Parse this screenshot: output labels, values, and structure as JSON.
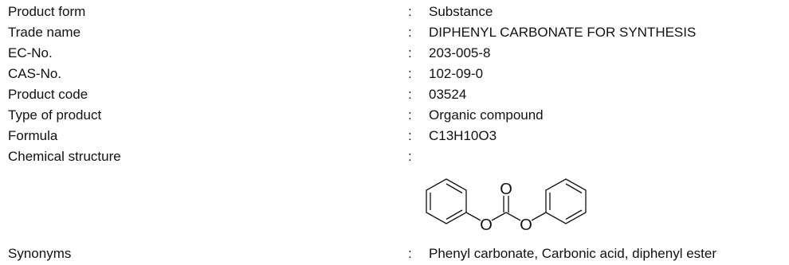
{
  "identification": [
    {
      "label": "Product form",
      "value": "Substance"
    },
    {
      "label": "Trade name",
      "value": "DIPHENYL CARBONATE FOR SYNTHESIS"
    },
    {
      "label": "EC-No.",
      "value": "203-005-8"
    },
    {
      "label": "CAS-No.",
      "value": "102-09-0"
    },
    {
      "label": "Product code",
      "value": "03524"
    },
    {
      "label": "Type of product",
      "value": "Organic compound"
    },
    {
      "label": "Formula",
      "value": "C13H10O3"
    }
  ],
  "structure": {
    "label": "Chemical structure",
    "atom_labels": {
      "carbonyl_oxygen": "O",
      "left_ester_oxygen": "O",
      "right_ester_oxygen": "O"
    }
  },
  "synonyms": {
    "label": "Synonyms",
    "value": "Phenyl carbonate, Carbonic acid, diphenyl ester"
  },
  "separator": ":"
}
